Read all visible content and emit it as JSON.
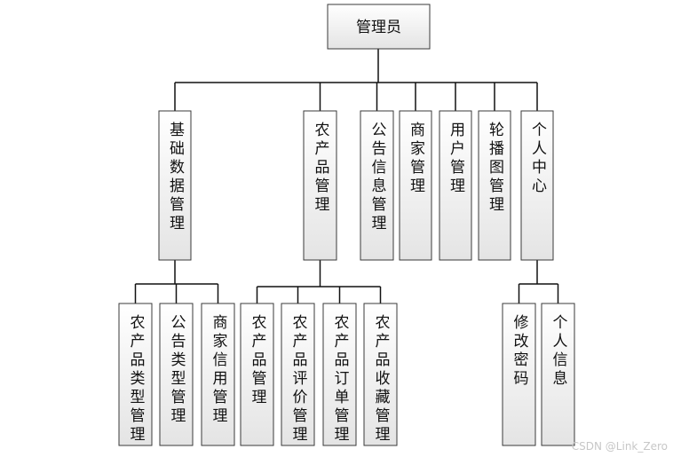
{
  "root": {
    "label": "管理员"
  },
  "modules": [
    {
      "label": "基础数据管理",
      "children": [
        "农产品类型管理",
        "公告类型管理",
        "商家信用管理"
      ]
    },
    {
      "label": "农产品管理",
      "children": [
        "农产品管理",
        "农产品评价管理",
        "农产品订单管理",
        "农产品收藏管理"
      ]
    },
    {
      "label": "公告信息管理",
      "children": []
    },
    {
      "label": "商家管理",
      "children": []
    },
    {
      "label": "用户管理",
      "children": []
    },
    {
      "label": "轮播图管理",
      "children": []
    },
    {
      "label": "个人中心",
      "children": [
        "修改密码",
        "个人信息"
      ]
    }
  ],
  "watermark": "CSDN @Link_Zero"
}
